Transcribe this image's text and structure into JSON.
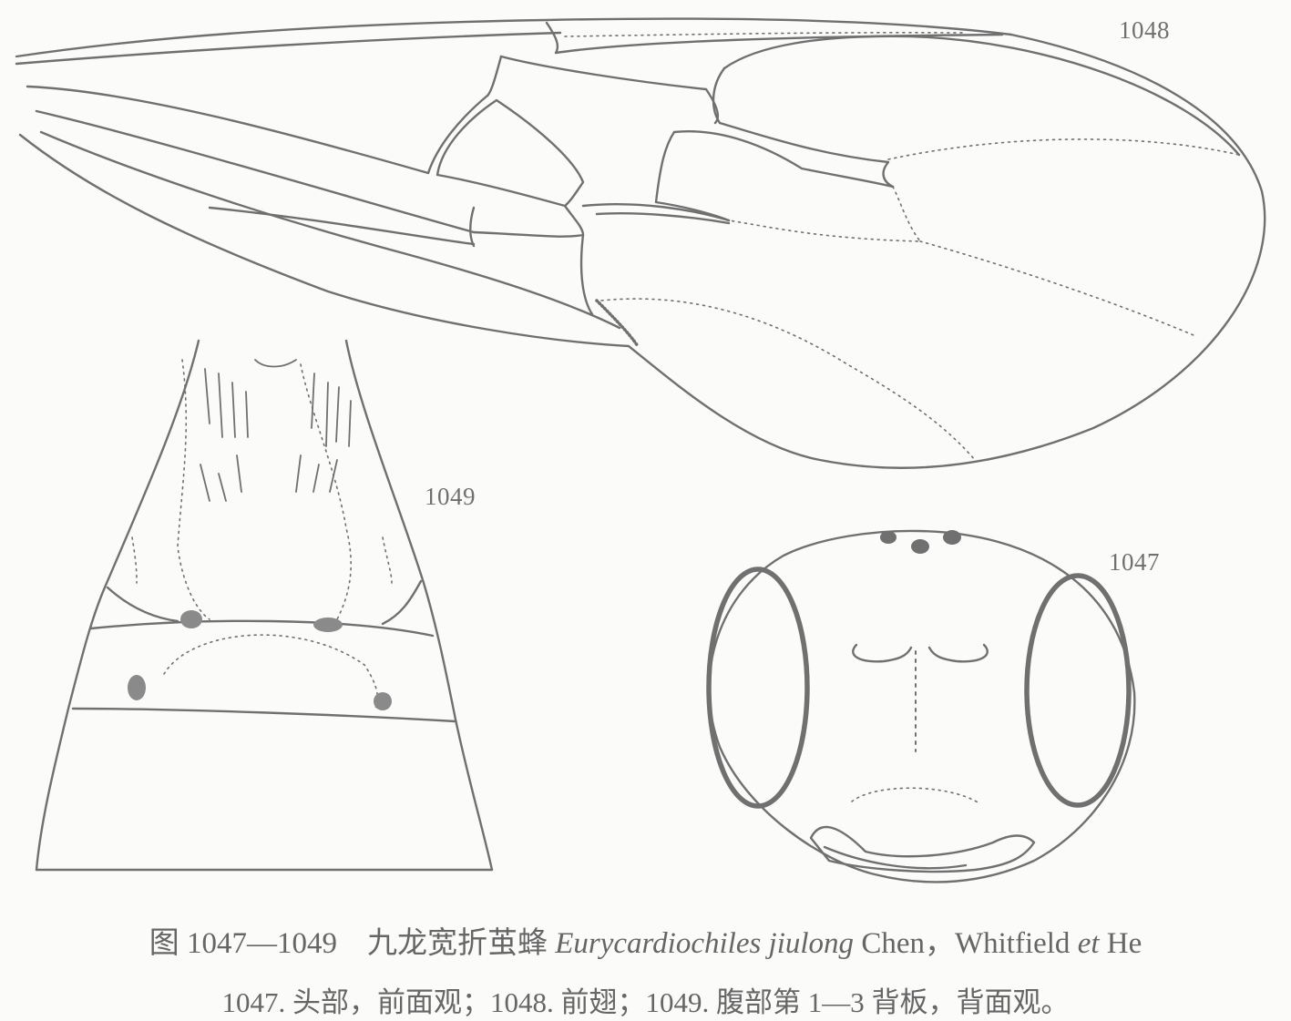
{
  "figures": {
    "wing_label": "1048",
    "abdomen_label": "1049",
    "head_label": "1047"
  },
  "caption": {
    "prefix": "图 1047—1049　九龙宽折茧蜂 ",
    "species": "Eurycardiochiles jiulong",
    "authors_a": " Chen，Whitfield ",
    "et": "et",
    "authors_b": " He",
    "legend": "1047. 头部，前面观；1048. 前翅；1049. 腹部第 1—3 背板，背面观。"
  },
  "colors": {
    "line": "#707070",
    "background": "#fbfbfa"
  }
}
